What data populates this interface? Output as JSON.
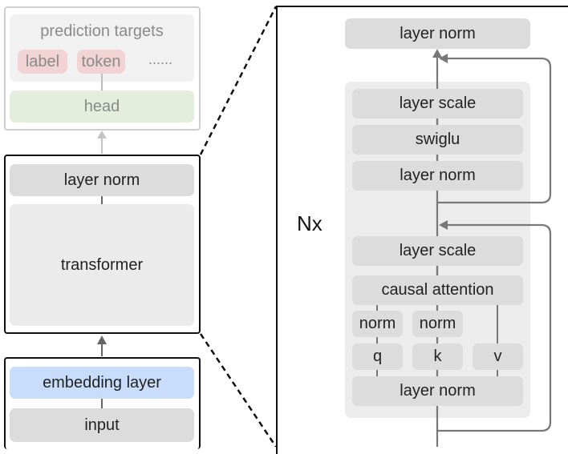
{
  "left": {
    "prediction": {
      "title": "prediction targets",
      "chips": [
        "label",
        "token"
      ],
      "ellipsis": "......",
      "head": "head"
    },
    "model": {
      "layer_norm": "layer norm",
      "transformer": "transformer"
    },
    "embedding": {
      "embedding_layer": "embedding layer",
      "input": "input"
    }
  },
  "right": {
    "repeat": "Nx",
    "top_norm": "layer norm",
    "mlp_block": [
      "layer scale",
      "swiglu",
      "layer norm"
    ],
    "attn_block": {
      "layer_scale": "layer scale",
      "causal_attention": "causal attention",
      "norms": [
        "norm",
        "norm"
      ],
      "qkv": [
        "q",
        "k",
        "v"
      ],
      "layer_norm": "layer norm"
    }
  },
  "colors": {
    "prediction_chip": "#f2d3d3",
    "head": "#e3efdc",
    "embedding": "#c8dcfb",
    "box_gray": "#dcdcdc",
    "panel": "#ececec"
  }
}
